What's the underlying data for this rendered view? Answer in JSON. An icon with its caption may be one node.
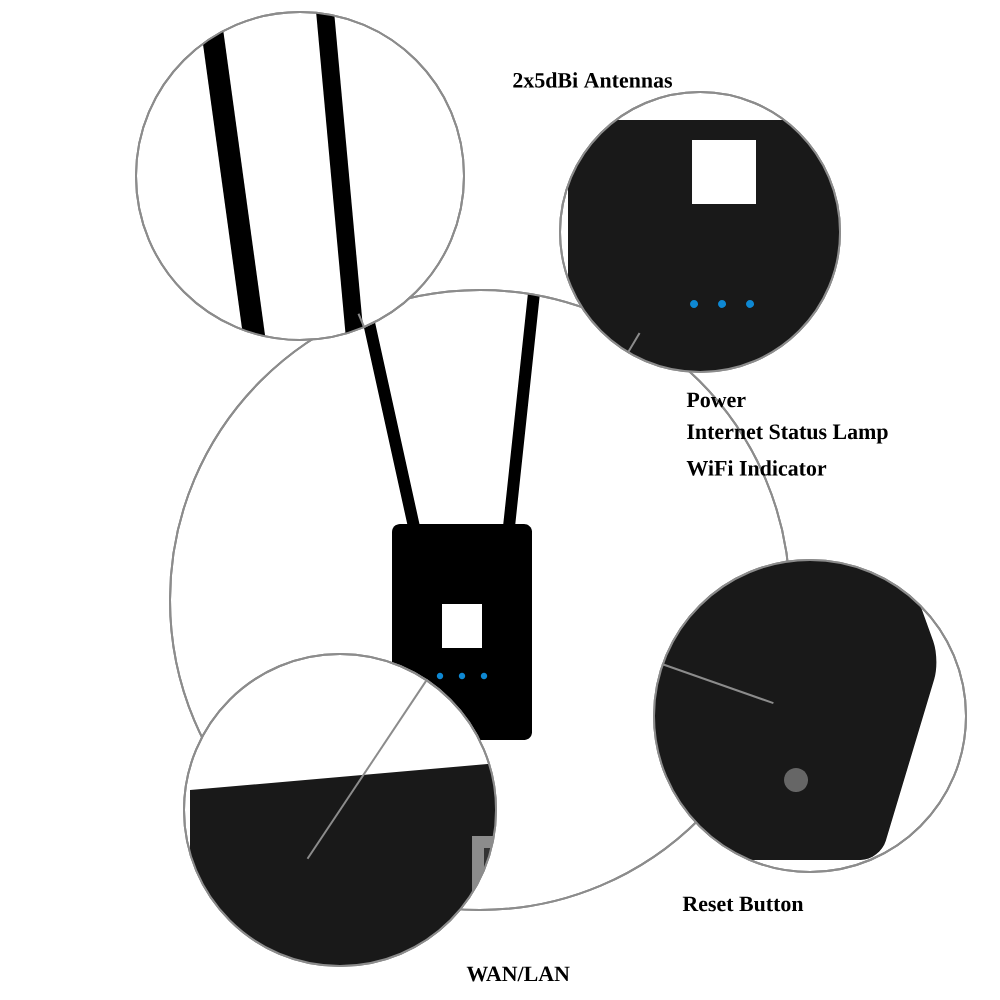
{
  "diagram": {
    "nodes": [
      {
        "text": [],
        "shape": "picture"
      },
      {
        "text": [],
        "shape": "picture"
      },
      {
        "text": [],
        "shape": "picture"
      },
      {
        "text": [],
        "shape": "picture"
      },
      {
        "text": [],
        "shape": "picture"
      }
    ],
    "edges": [
      {
        "from": 0,
        "to": 1,
        "arrow": "none"
      },
      {
        "from": 0,
        "to": 2,
        "arrow": "none"
      },
      {
        "from": 0,
        "to": 3,
        "arrow": "none"
      },
      {
        "from": 0,
        "to": 4,
        "arrow": "none"
      }
    ],
    "labels": [
      "2x5dBi Antennas",
      "Power",
      "Internet Status Lamp",
      "WiFi Indicator",
      "Reset Button",
      "WAN/LAN"
    ]
  }
}
